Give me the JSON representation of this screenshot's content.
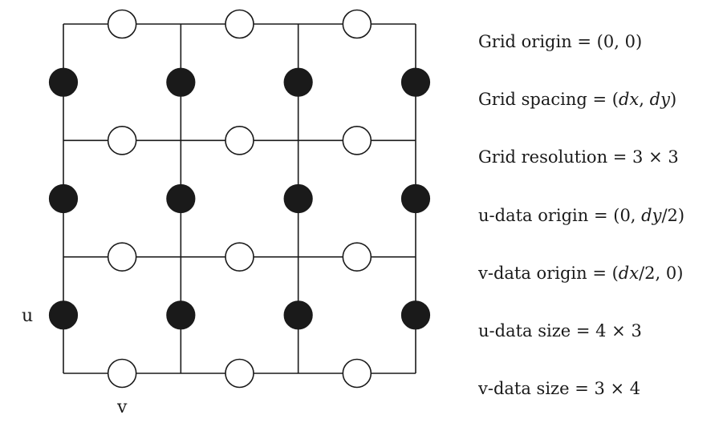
{
  "grid": {
    "rows": 3,
    "cols": 3,
    "line_color": "#1a1a1a",
    "u_point_fill": "#1a1a1a",
    "v_point_fill": "#ffffff"
  },
  "labels": {
    "u": "u",
    "v": "v"
  },
  "info": [
    {
      "id": "grid-origin",
      "parts": [
        {
          "t": "Grid origin = (0, 0)"
        }
      ]
    },
    {
      "id": "grid-spacing",
      "parts": [
        {
          "t": "Grid spacing = ("
        },
        {
          "t": "dx",
          "i": true
        },
        {
          "t": ", "
        },
        {
          "t": "dy",
          "i": true
        },
        {
          "t": ")"
        }
      ]
    },
    {
      "id": "grid-resolution",
      "parts": [
        {
          "t": "Grid resolution = 3 × 3"
        }
      ]
    },
    {
      "id": "u-data-origin",
      "parts": [
        {
          "t": "u-data origin = (0, "
        },
        {
          "t": "dy",
          "i": true
        },
        {
          "t": "/2)"
        }
      ]
    },
    {
      "id": "v-data-origin",
      "parts": [
        {
          "t": "v-data origin = ("
        },
        {
          "t": "dx",
          "i": true
        },
        {
          "t": "/2, 0)"
        }
      ]
    },
    {
      "id": "u-data-size",
      "parts": [
        {
          "t": "u-data size = 4 × 3"
        }
      ]
    },
    {
      "id": "v-data-size",
      "parts": [
        {
          "t": "v-data size = 3 × 4"
        }
      ]
    }
  ]
}
